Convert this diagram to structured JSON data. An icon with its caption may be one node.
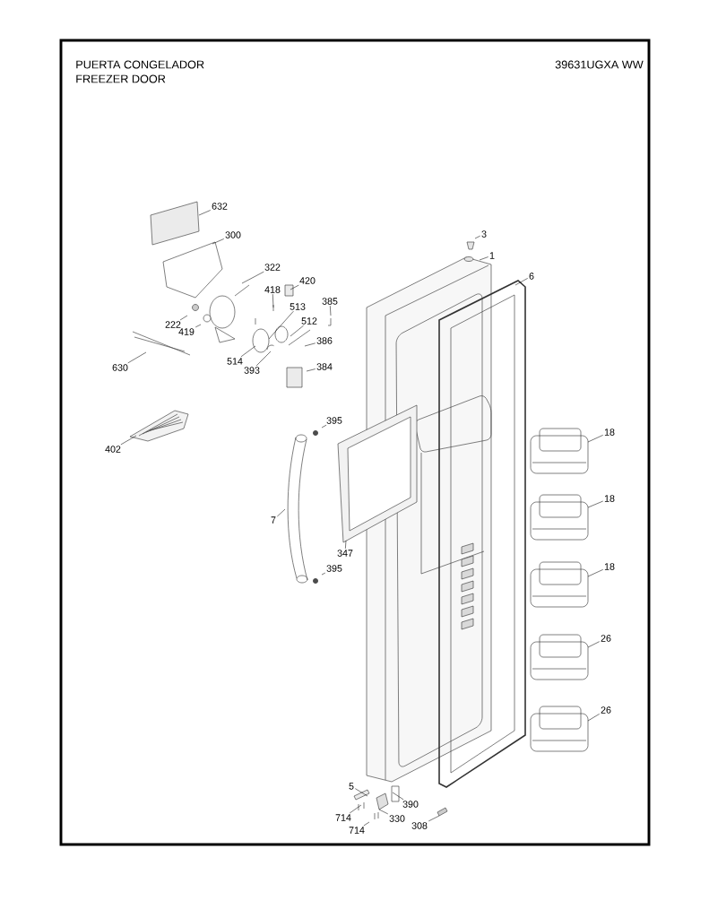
{
  "diagram": {
    "nodes": [
      {
        "text": [
          "632"
        ]
      },
      {
        "text": [
          "300"
        ]
      },
      {
        "text": [
          "322"
        ]
      },
      {
        "text": [
          "420"
        ]
      },
      {
        "text": [
          "418"
        ]
      },
      {
        "text": [
          "513"
        ]
      },
      {
        "text": [
          "385"
        ]
      },
      {
        "text": [
          "222"
        ]
      },
      {
        "text": [
          "512"
        ]
      },
      {
        "text": [
          "419"
        ]
      },
      {
        "text": [
          "386"
        ]
      },
      {
        "text": [
          "514"
        ]
      },
      {
        "text": [
          "393"
        ]
      },
      {
        "text": [
          "630"
        ]
      },
      {
        "text": [
          "384"
        ]
      },
      {
        "text": [
          "3"
        ]
      },
      {
        "text": [
          "1"
        ]
      },
      {
        "text": [
          "6"
        ]
      },
      {
        "text": [
          "402"
        ]
      },
      {
        "text": [
          "395"
        ]
      },
      {
        "text": [
          "18"
        ]
      },
      {
        "text": [
          "18"
        ]
      },
      {
        "text": [
          "7"
        ]
      },
      {
        "text": [
          "347"
        ]
      },
      {
        "text": [
          "395"
        ]
      },
      {
        "text": [
          "18"
        ]
      },
      {
        "text": [
          "26"
        ]
      },
      {
        "text": [
          "26"
        ]
      },
      {
        "text": [
          "5"
        ]
      },
      {
        "text": [
          "390"
        ]
      },
      {
        "text": [
          "714"
        ]
      },
      {
        "text": [
          "330"
        ]
      },
      {
        "text": [
          "714"
        ]
      },
      {
        "text": [
          "308"
        ]
      }
    ],
    "edges": [
      {
        "from": 0,
        "to": null,
        "arrow": "none"
      },
      {
        "from": 1,
        "to": null,
        "arrow": "none"
      },
      {
        "from": 2,
        "to": null,
        "arrow": "none"
      },
      {
        "from": 3,
        "to": null,
        "arrow": "none"
      },
      {
        "from": 4,
        "to": null,
        "arrow": "none"
      },
      {
        "from": 5,
        "to": null,
        "arrow": "none"
      },
      {
        "from": 6,
        "to": null,
        "arrow": "none"
      },
      {
        "from": 7,
        "to": null,
        "arrow": "none"
      },
      {
        "from": 8,
        "to": null,
        "arrow": "none"
      },
      {
        "from": 9,
        "to": null,
        "arrow": "none"
      },
      {
        "from": 10,
        "to": null,
        "arrow": "none"
      },
      {
        "from": 11,
        "to": null,
        "arrow": "none"
      },
      {
        "from": 12,
        "to": null,
        "arrow": "none"
      },
      {
        "from": 13,
        "to": null,
        "arrow": "none"
      },
      {
        "from": 14,
        "to": null,
        "arrow": "none"
      },
      {
        "from": 15,
        "to": null,
        "arrow": "none"
      },
      {
        "from": 16,
        "to": null,
        "arrow": "none"
      },
      {
        "from": 17,
        "to": null,
        "arrow": "none"
      },
      {
        "from": 18,
        "to": null,
        "arrow": "none"
      },
      {
        "from": 19,
        "to": null,
        "arrow": "none"
      },
      {
        "from": 20,
        "to": null,
        "arrow": "none"
      },
      {
        "from": 21,
        "to": null,
        "arrow": "none"
      },
      {
        "from": 22,
        "to": null,
        "arrow": "none"
      },
      {
        "from": 23,
        "to": null,
        "arrow": "none"
      },
      {
        "from": 24,
        "to": null,
        "arrow": "none"
      },
      {
        "from": 25,
        "to": null,
        "arrow": "none"
      },
      {
        "from": 26,
        "to": null,
        "arrow": "none"
      },
      {
        "from": 27,
        "to": null,
        "arrow": "none"
      },
      {
        "from": 28,
        "to": null,
        "arrow": "none"
      },
      {
        "from": 29,
        "to": null,
        "arrow": "none"
      },
      {
        "from": 30,
        "to": null,
        "arrow": "none"
      },
      {
        "from": 31,
        "to": null,
        "arrow": "none"
      },
      {
        "from": 32,
        "to": null,
        "arrow": "none"
      },
      {
        "from": 33,
        "to": null,
        "arrow": "none"
      }
    ],
    "labels": [
      "PUERTA CONGELADOR",
      "39631UGXA WW",
      "FREEZER DOOR"
    ]
  }
}
